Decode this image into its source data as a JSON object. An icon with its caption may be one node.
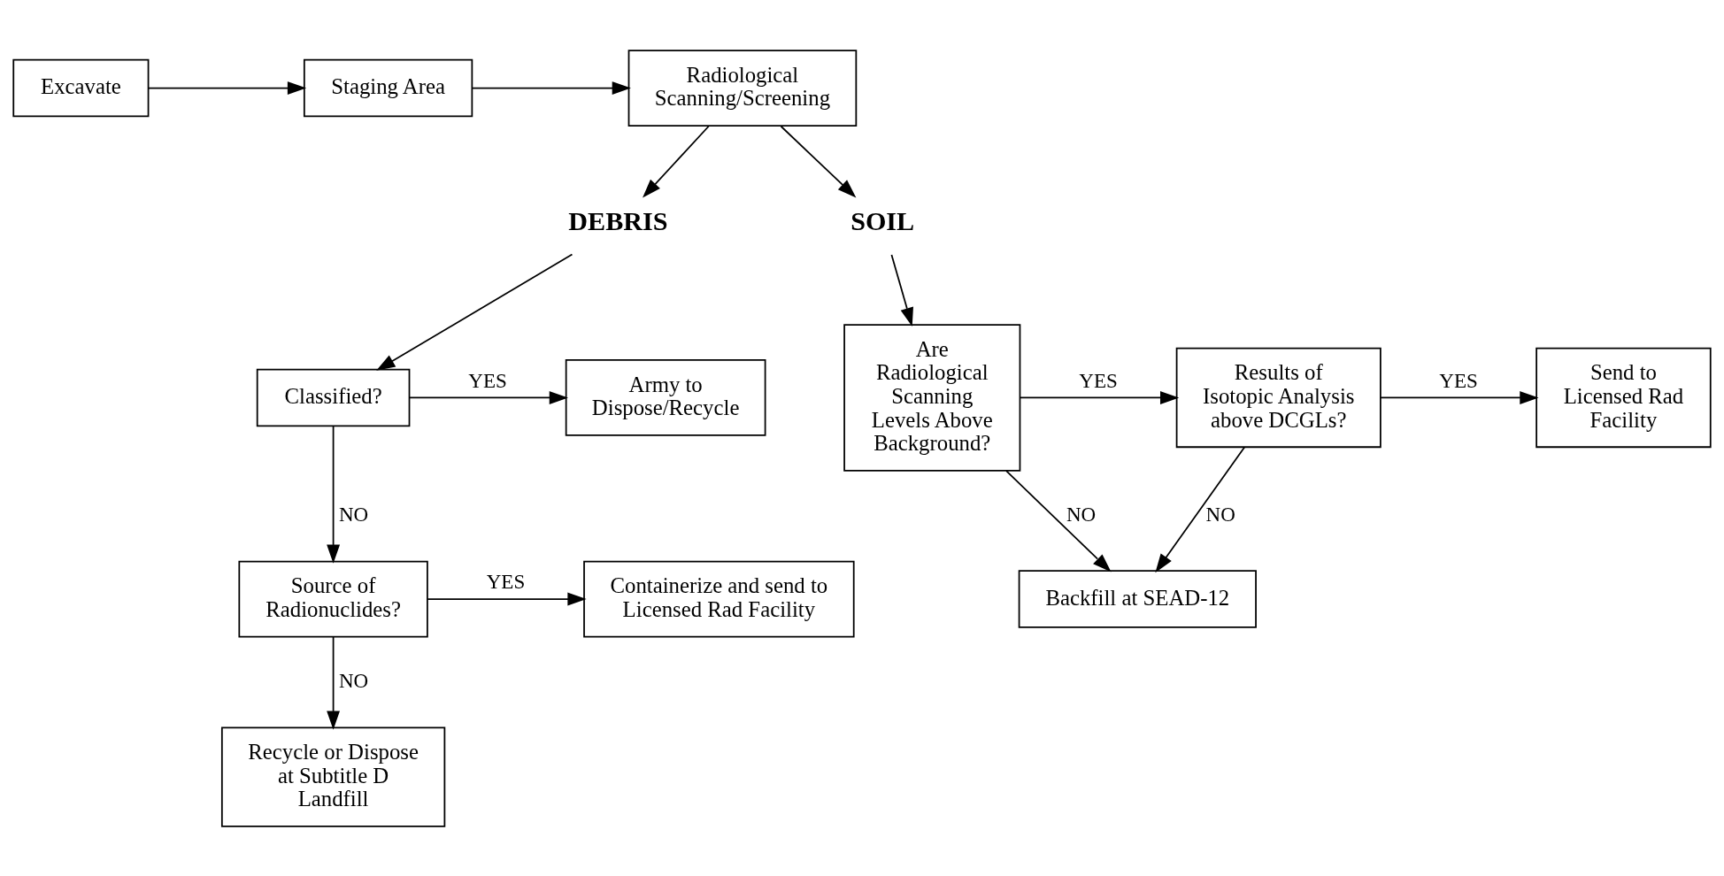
{
  "diagram": {
    "nodes": [
      {
        "text": [
          "Excavate"
        ]
      },
      {
        "text": [
          "Staging Area"
        ]
      },
      {
        "text": [
          "Radiological Scanning/Screening"
        ]
      },
      {
        "text": [
          "DEBRIS"
        ]
      },
      {
        "text": [
          "SOIL"
        ]
      },
      {
        "text": [
          "Army to Dispose/Recycle"
        ]
      },
      {
        "text": [
          "Classified?"
        ]
      },
      {
        "text": [
          "Containerize and send to Licensed Rad Facility"
        ]
      },
      {
        "text": [
          "Source of Radionuclides?"
        ]
      },
      {
        "text": [
          "Recycle or Dispose at Subtitle D Landfill"
        ]
      },
      {
        "text": [
          "Are Radiological Scanning Levels Above Background?"
        ]
      },
      {
        "text": [
          "Results of Isotopic Analysis above DCGLs?"
        ]
      },
      {
        "text": [
          "Send to Licensed Rad Facility"
        ]
      },
      {
        "text": [
          "Backfill at SEAD-12"
        ]
      }
    ],
    "edges": [
      {
        "from": 0,
        "to": 1,
        "arrow": "to"
      },
      {
        "from": 1,
        "to": 2,
        "arrow": "to"
      },
      {
        "from": 2,
        "to": 3,
        "arrow": "to"
      },
      {
        "from": 2,
        "to": 4,
        "arrow": "to"
      },
      {
        "from": 3,
        "to": 6,
        "arrow": "to"
      },
      {
        "from": 6,
        "to": 5,
        "label": "YES",
        "arrow": "to"
      },
      {
        "from": 6,
        "to": 8,
        "label": "NO",
        "arrow": "to"
      },
      {
        "from": 8,
        "to": 7,
        "label": "YES",
        "arrow": "to"
      },
      {
        "from": 8,
        "to": 9,
        "label": "NO",
        "arrow": "to"
      },
      {
        "from": 4,
        "to": 10,
        "arrow": "to"
      },
      {
        "from": 10,
        "to": 11,
        "label": "YES",
        "arrow": "to"
      },
      {
        "from": 11,
        "to": 12,
        "label": "YES",
        "arrow": "to"
      },
      {
        "from": 10,
        "to": 13,
        "label": "NO",
        "arrow": "to"
      },
      {
        "from": 11,
        "to": 13,
        "label": "NO",
        "arrow": "to"
      }
    ]
  }
}
